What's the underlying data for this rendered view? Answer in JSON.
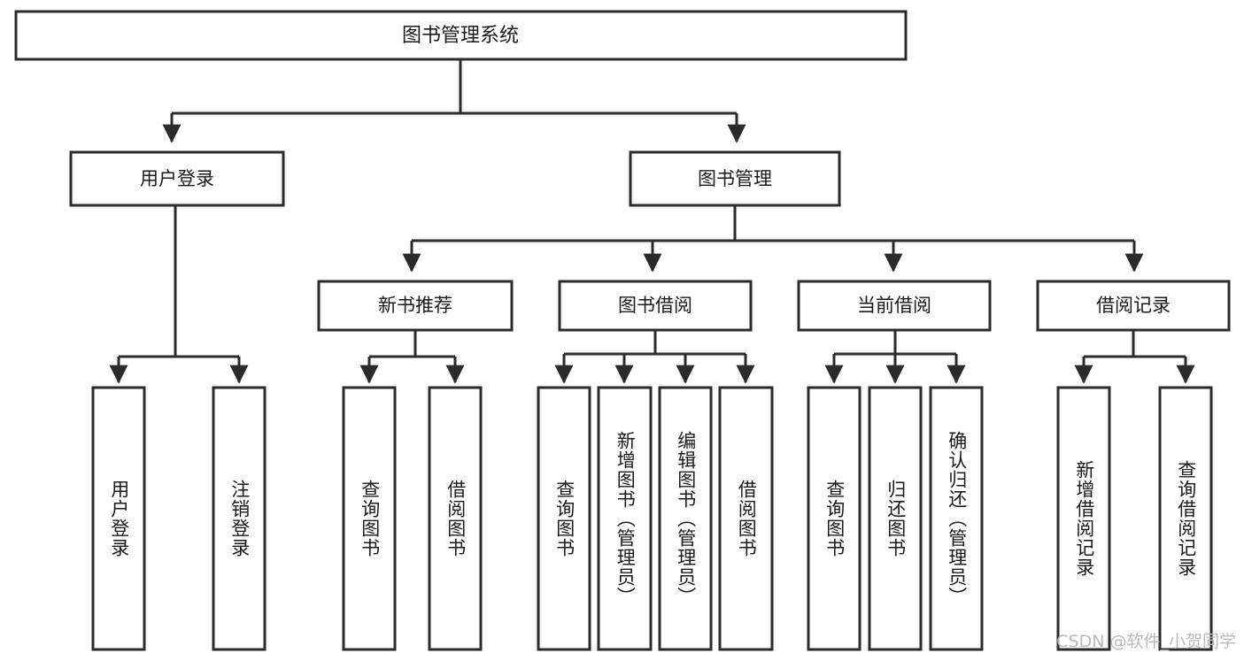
{
  "diagram": {
    "title": "图书管理系统",
    "type": "tree",
    "watermark": "CSDN @软件_小贺同学",
    "colors": {
      "stroke": "#2b2b2b",
      "fill": "#ffffff",
      "text": "#1a1a1a",
      "watermark": "#b9b9b9",
      "background": "#ffffff"
    },
    "root": {
      "label": "图书管理系统"
    },
    "level2": [
      {
        "id": "user-login",
        "label": "用户登录"
      },
      {
        "id": "book-management",
        "label": "图书管理"
      }
    ],
    "level3": [
      {
        "id": "new-book-recommend",
        "label": "新书推荐",
        "parent": "book-management"
      },
      {
        "id": "book-borrow",
        "label": "图书借阅",
        "parent": "book-management"
      },
      {
        "id": "current-borrow",
        "label": "当前借阅",
        "parent": "book-management"
      },
      {
        "id": "borrow-record",
        "label": "借阅记录",
        "parent": "book-management"
      }
    ],
    "leaves": [
      {
        "id": "leaf-user-login",
        "label": "用户登录",
        "parent": "user-login"
      },
      {
        "id": "leaf-logout-login",
        "label": "注销登录",
        "parent": "user-login"
      },
      {
        "id": "leaf-query-book-1",
        "label": "查询图书",
        "parent": "new-book-recommend"
      },
      {
        "id": "leaf-borrow-book-1",
        "label": "借阅图书",
        "parent": "new-book-recommend"
      },
      {
        "id": "leaf-query-book-2",
        "label": "查询图书",
        "parent": "book-borrow"
      },
      {
        "id": "leaf-add-book",
        "label": "新增图书（管理员）",
        "parent": "book-borrow"
      },
      {
        "id": "leaf-edit-book",
        "label": "编辑图书（管理员）",
        "parent": "book-borrow"
      },
      {
        "id": "leaf-borrow-book-2",
        "label": "借阅图书",
        "parent": "book-borrow"
      },
      {
        "id": "leaf-query-book-3",
        "label": "查询图书",
        "parent": "current-borrow"
      },
      {
        "id": "leaf-return-book",
        "label": "归还图书",
        "parent": "current-borrow"
      },
      {
        "id": "leaf-confirm-return",
        "label": "确认归还（管理员）",
        "parent": "current-borrow"
      },
      {
        "id": "leaf-add-borrow-record",
        "label": "新增借阅记录",
        "parent": "borrow-record"
      },
      {
        "id": "leaf-query-borrow-record",
        "label": "查询借阅记录",
        "parent": "borrow-record"
      }
    ]
  }
}
